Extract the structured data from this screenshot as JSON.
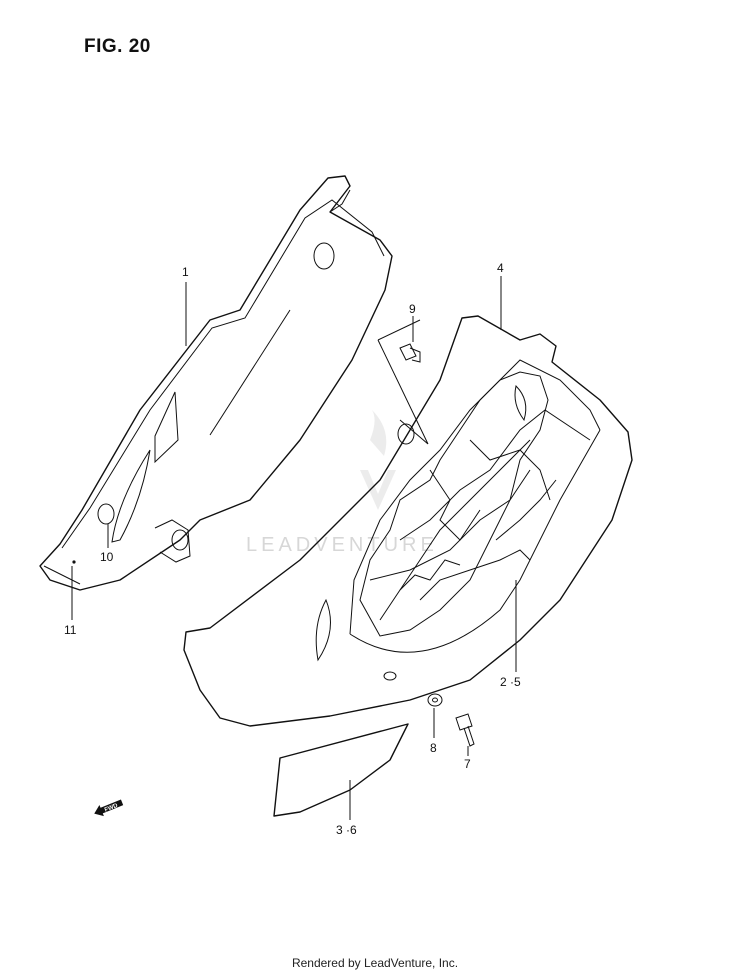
{
  "figure": {
    "title": "FIG. 20"
  },
  "callouts": {
    "c1": "1",
    "c2_5": "2 ·5",
    "c3_6": "3 ·6",
    "c4": "4",
    "c7": "7",
    "c8": "8",
    "c9": "9",
    "c10": "10",
    "c11": "11"
  },
  "fwd_label": "FWD",
  "watermark": "LEADVENTURE",
  "footer": "Rendered by LeadVenture, Inc."
}
